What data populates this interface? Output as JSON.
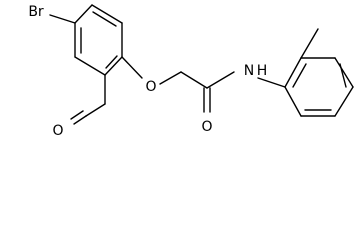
{
  "atoms": {
    "br": "Br",
    "o_ether": "O",
    "o_aldehyde": "O",
    "o_amide": "O",
    "n": "N",
    "h": "H"
  }
}
